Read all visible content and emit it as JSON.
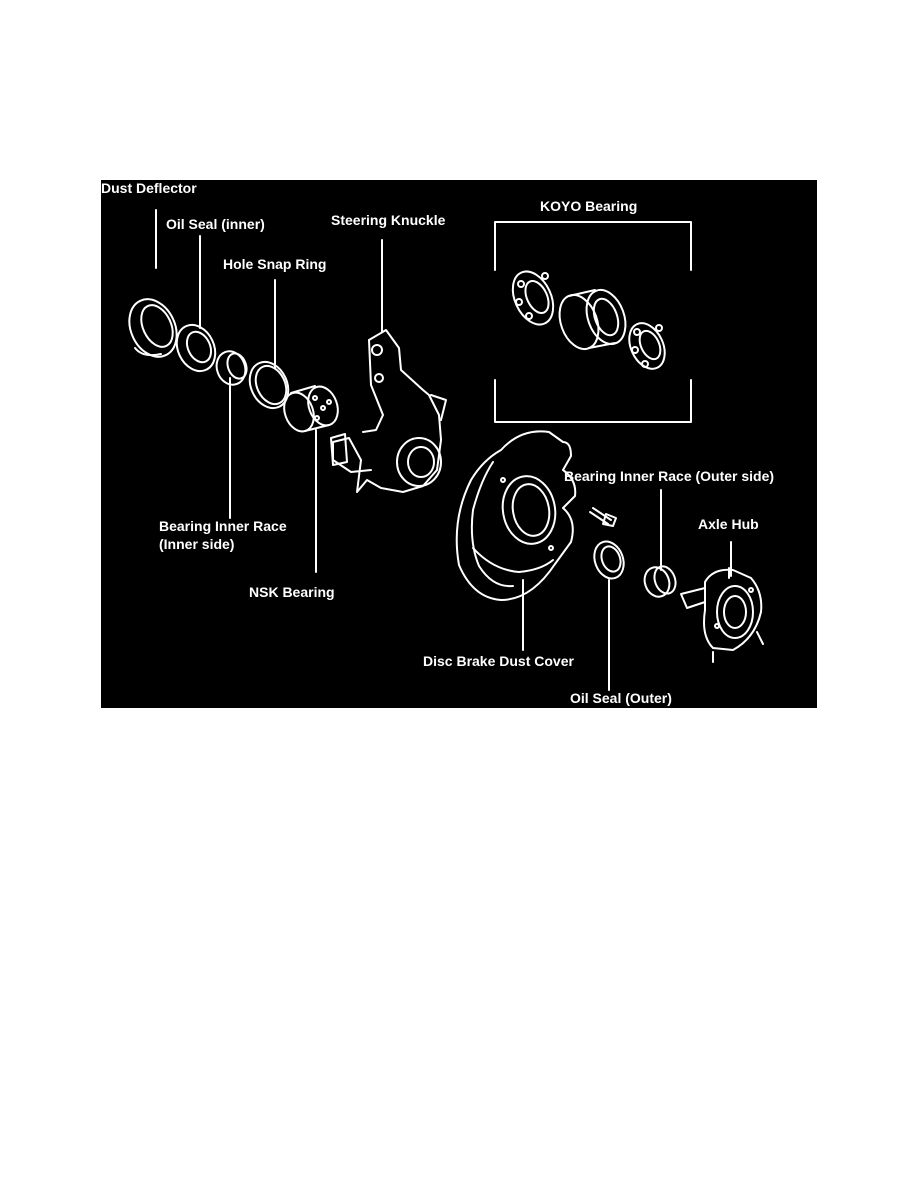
{
  "colors": {
    "page_background": "#ffffff",
    "figure_background": "#000000",
    "line_art": "#ffffff"
  },
  "labels": {
    "dust_deflector": "Dust Deflector",
    "oil_seal_inner": "Oil Seal (inner)",
    "hole_snap_ring": "Hole Snap Ring",
    "steering_knuckle": "Steering Knuckle",
    "koyo_bearing": "KOYO Bearing",
    "bearing_inner_race_outer": "Bearing Inner Race (Outer side)",
    "axle_hub": "Axle Hub",
    "bearing_inner_race_inner_line1": "Bearing Inner Race",
    "bearing_inner_race_inner_line2": "(Inner side)",
    "nsk_bearing": "NSK Bearing",
    "disc_brake_dust_cover": "Disc Brake Dust Cover",
    "oil_seal_outer": "Oil Seal (Outer)"
  }
}
